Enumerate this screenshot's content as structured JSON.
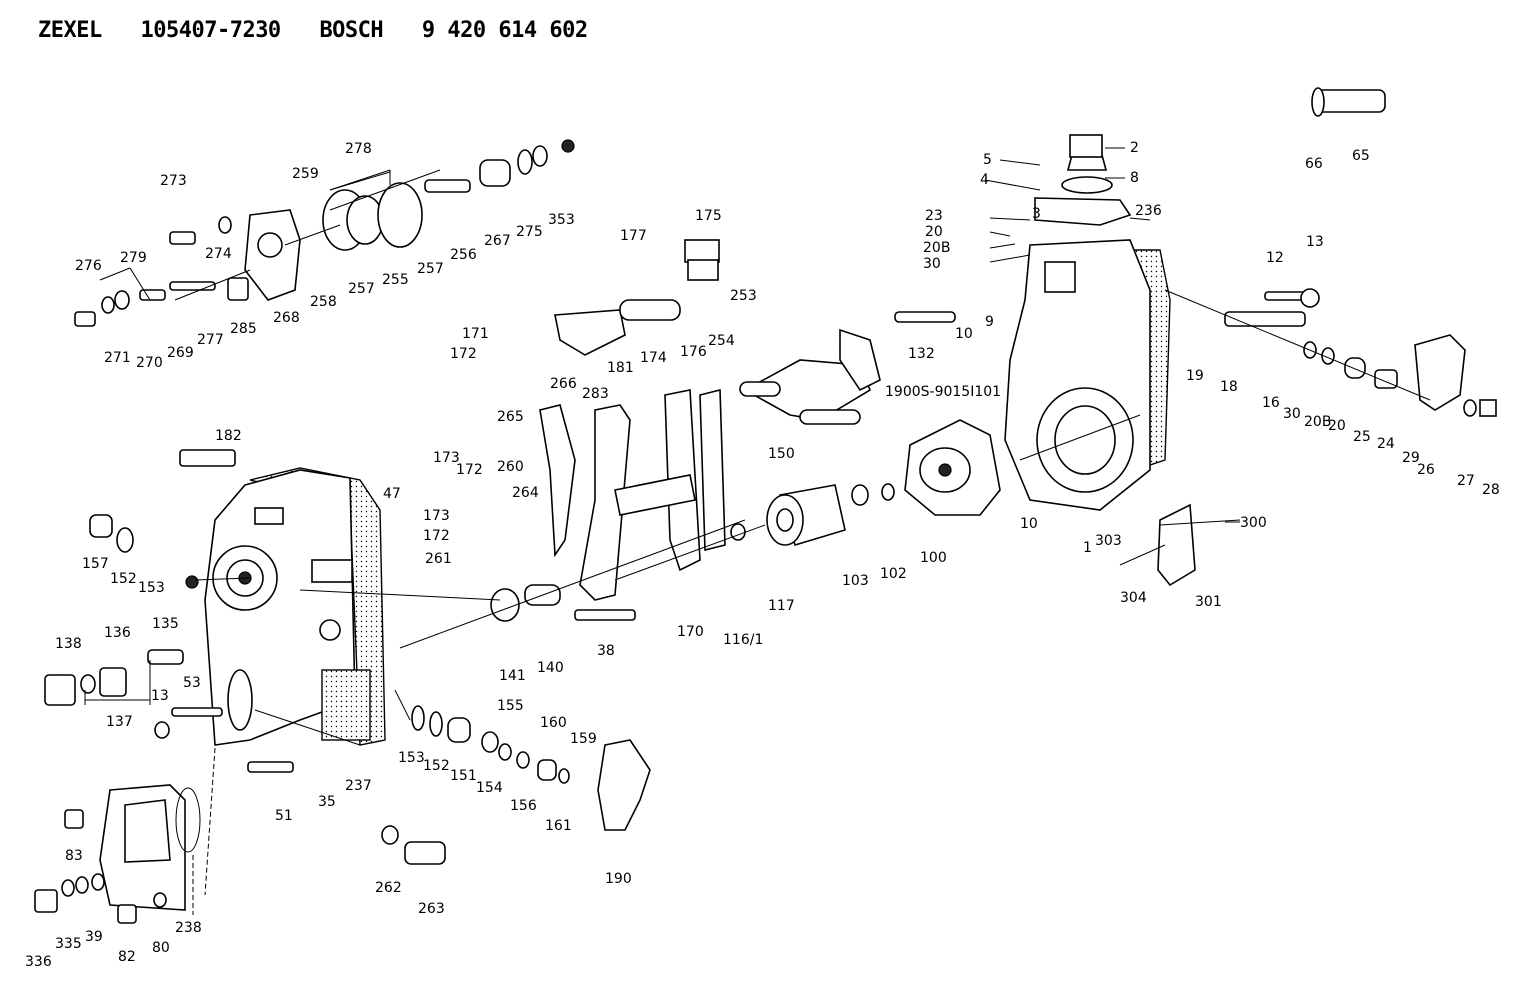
{
  "header": {
    "brand1": "ZEXEL",
    "part1": "105407-7230",
    "brand2": "BOSCH",
    "part2": "9 420 614 602"
  },
  "callouts": [
    "273",
    "274",
    "259",
    "278",
    "276",
    "279",
    "271",
    "270",
    "269",
    "277",
    "285",
    "268",
    "258",
    "257",
    "255",
    "257",
    "256",
    "267",
    "275",
    "353",
    "177",
    "175",
    "253",
    "171",
    "172",
    "174",
    "176",
    "254",
    "5",
    "2",
    "8",
    "4",
    "23",
    "20",
    "20B",
    "30",
    "3",
    "236",
    "13",
    "12",
    "66",
    "65",
    "132",
    "10",
    "9",
    "19",
    "18",
    "16",
    "30",
    "20B",
    "20",
    "25",
    "24",
    "29",
    "26",
    "27",
    "28",
    "150",
    "1900S-9015I101",
    "182",
    "266",
    "283",
    "181",
    "265",
    "260",
    "264",
    "173",
    "172",
    "173",
    "172",
    "261",
    "47",
    "157",
    "152",
    "153",
    "138",
    "136",
    "135",
    "137",
    "53",
    "13",
    "141",
    "140",
    "38",
    "170",
    "116/1",
    "117",
    "103",
    "102",
    "100",
    "10",
    "1",
    "300",
    "303",
    "304",
    "301",
    "153",
    "152",
    "151",
    "154",
    "155",
    "156",
    "160",
    "159",
    "161",
    "190",
    "51",
    "35",
    "237",
    "262",
    "263",
    "83",
    "238",
    "336",
    "335",
    "39",
    "82",
    "80"
  ]
}
